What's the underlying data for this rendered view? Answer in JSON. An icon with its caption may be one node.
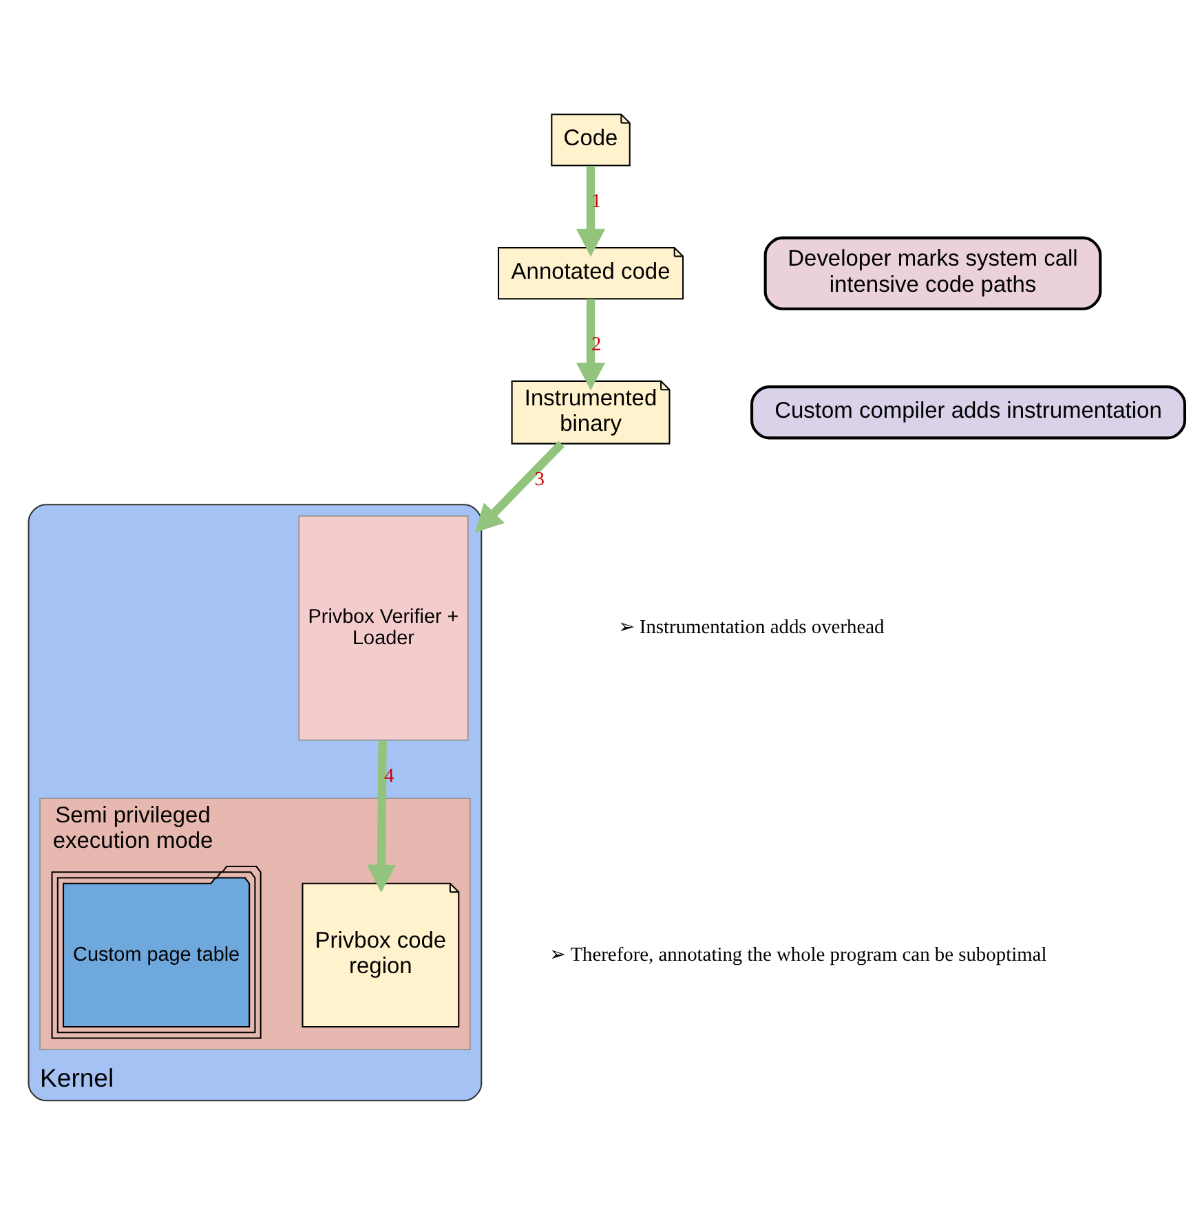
{
  "diagram": {
    "nodes": [
      {
        "text": [
          "Code"
        ]
      },
      {
        "text": [
          "Annotated code"
        ]
      },
      {
        "text": [
          "Instrumented binary"
        ]
      },
      {
        "text": [
          "Kernel"
        ]
      },
      {
        "text": [
          "Privbox Verifier + Loader"
        ],
        "in": 3
      },
      {
        "text": [
          "Semi privileged execution mode"
        ],
        "in": 3
      },
      {
        "text": [
          "Privbox code region"
        ],
        "in": 5
      },
      {
        "text": [
          "Custom page table"
        ],
        "in": 5
      },
      {
        "text": [
          "Developer marks system call intensive code paths"
        ]
      },
      {
        "text": [
          "Custom compiler adds instrumentation"
        ]
      }
    ],
    "edges": [
      {
        "from": 0,
        "to": 1,
        "arrow": "to",
        "label": "1"
      },
      {
        "from": 1,
        "to": 2,
        "arrow": "to",
        "label": "2"
      },
      {
        "from": 2,
        "to": 3,
        "arrow": "to",
        "label": "3"
      },
      {
        "from": 4,
        "to": 6,
        "arrow": "to",
        "label": "4"
      }
    ],
    "labels": [
      "➢ Instrumentation adds overhead",
      "➢ Therefore, annotating the whole program can be suboptimal"
    ]
  }
}
